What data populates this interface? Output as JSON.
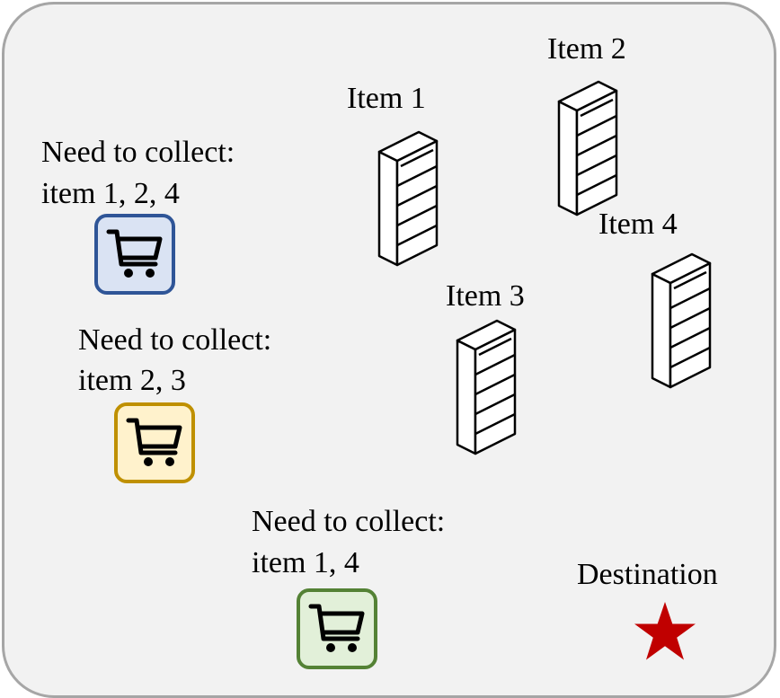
{
  "shelves": [
    {
      "label": "Item 1",
      "icon": "bookshelf-icon"
    },
    {
      "label": "Item 2",
      "icon": "bookshelf-icon"
    },
    {
      "label": "Item 3",
      "icon": "bookshelf-icon"
    },
    {
      "label": "Item 4",
      "icon": "bookshelf-icon"
    }
  ],
  "carts": [
    {
      "need_line1": "Need to collect:",
      "need_line2": "item 1, 2, 4",
      "icon": "shopping-cart-icon",
      "border_color": "#2f5597",
      "fill_color": "#dae3f3"
    },
    {
      "need_line1": "Need to collect:",
      "need_line2": "item 2, 3",
      "icon": "shopping-cart-icon",
      "border_color": "#bf9000",
      "fill_color": "#fff2cc"
    },
    {
      "need_line1": "Need to collect:",
      "need_line2": "item 1, 4",
      "icon": "shopping-cart-icon",
      "border_color": "#548235",
      "fill_color": "#e2f0d9"
    }
  ],
  "destination": {
    "label": "Destination",
    "icon": "star-icon",
    "color": "#c00000"
  },
  "panel": {
    "background": "#f2f2f2",
    "border_color": "#a6a6a6"
  }
}
